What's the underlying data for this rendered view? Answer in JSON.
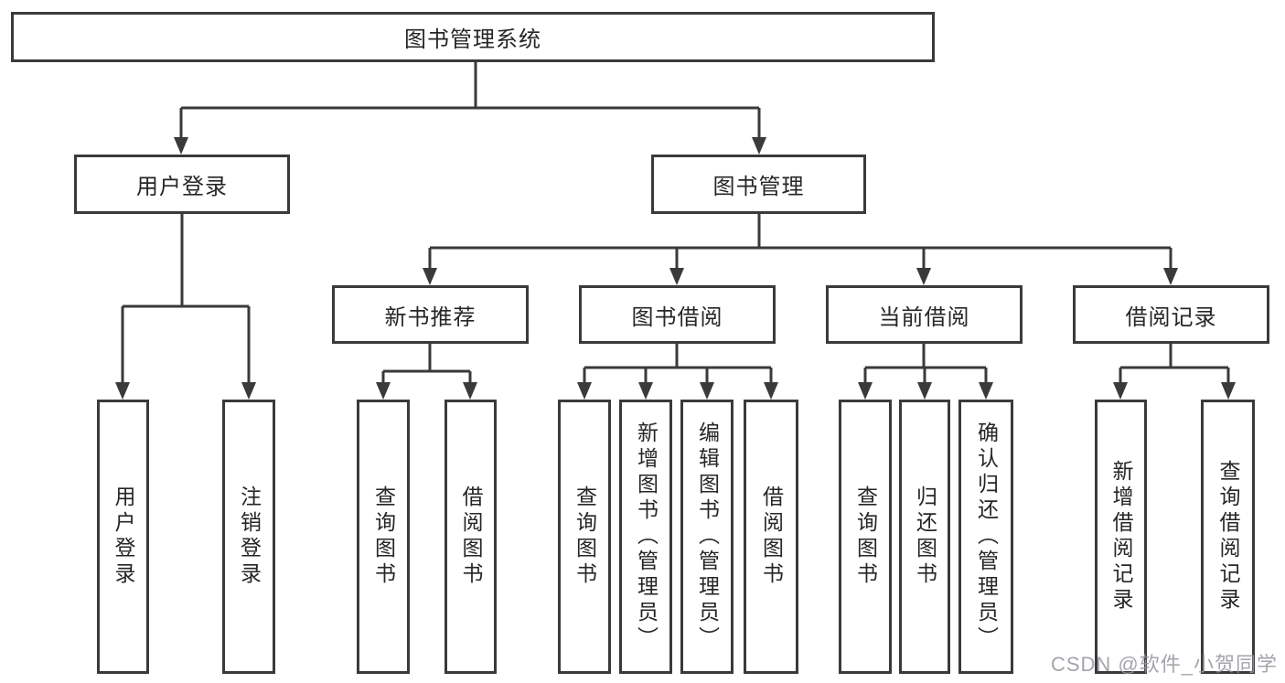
{
  "tree": {
    "label": "图书管理系统",
    "children": [
      {
        "label": "用户登录",
        "children": [
          {
            "label": "用户登录"
          },
          {
            "label": "注销登录"
          }
        ]
      },
      {
        "label": "图书管理",
        "children": [
          {
            "label": "新书推荐",
            "children": [
              {
                "label": "查询图书"
              },
              {
                "label": "借阅图书"
              }
            ]
          },
          {
            "label": "图书借阅",
            "children": [
              {
                "label": "查询图书"
              },
              {
                "label": "新增图书（管理员）"
              },
              {
                "label": "编辑图书（管理员）"
              },
              {
                "label": "借阅图书"
              }
            ]
          },
          {
            "label": "当前借阅",
            "children": [
              {
                "label": "查询图书"
              },
              {
                "label": "归还图书"
              },
              {
                "label": "确认归还（管理员）"
              }
            ]
          },
          {
            "label": "借阅记录",
            "children": [
              {
                "label": "新增借阅记录"
              },
              {
                "label": "查询借阅记录"
              }
            ]
          }
        ]
      }
    ]
  },
  "watermark": {
    "text": "CSDN @软件_小贺同学"
  },
  "colors": {
    "line": "#3a3a3a",
    "text": "#262626",
    "box_background": "#ffffff",
    "page_background": "#ffffff",
    "watermark": "#94949e"
  }
}
